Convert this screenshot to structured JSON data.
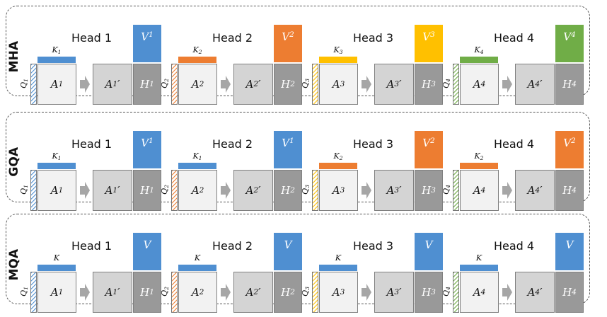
{
  "colors": {
    "blue": "#4f8fd1",
    "orange": "#ed7d31",
    "yellow": "#ffc000",
    "green": "#70ad47",
    "q_hatch": "#4f8fd1"
  },
  "rows": [
    {
      "label": "MHA",
      "heads": [
        {
          "title": "Head 1",
          "k": "K",
          "k_sub": "1",
          "k_color": "blue",
          "q": "Q",
          "q_sub": "1",
          "q_color": "blue",
          "a": "A",
          "a_sub": "1",
          "ap": "A",
          "ap_sub": "1",
          "ap_prime": "′",
          "h": "H",
          "h_sub": "1",
          "v": "V",
          "v_sub": "1",
          "v_color": "blue"
        },
        {
          "title": "Head 2",
          "k": "K",
          "k_sub": "2",
          "k_color": "orange",
          "q": "Q",
          "q_sub": "2",
          "q_color": "orange",
          "a": "A",
          "a_sub": "2",
          "ap": "A",
          "ap_sub": "2",
          "ap_prime": "′",
          "h": "H",
          "h_sub": "2",
          "v": "V",
          "v_sub": "2",
          "v_color": "orange"
        },
        {
          "title": "Head 3",
          "k": "K",
          "k_sub": "3",
          "k_color": "yellow",
          "q": "Q",
          "q_sub": "3",
          "q_color": "yellow",
          "a": "A",
          "a_sub": "3",
          "ap": "A",
          "ap_sub": "3",
          "ap_prime": "′",
          "h": "H",
          "h_sub": "3",
          "v": "V",
          "v_sub": "3",
          "v_color": "yellow"
        },
        {
          "title": "Head 4",
          "k": "K",
          "k_sub": "4",
          "k_color": "green",
          "q": "Q",
          "q_sub": "4",
          "q_color": "green",
          "a": "A",
          "a_sub": "4",
          "ap": "A",
          "ap_sub": "4",
          "ap_prime": "′",
          "h": "H",
          "h_sub": "4",
          "v": "V",
          "v_sub": "4",
          "v_color": "green"
        }
      ]
    },
    {
      "label": "GQA",
      "heads": [
        {
          "title": "Head 1",
          "k": "K",
          "k_sub": "1",
          "k_color": "blue",
          "q": "Q",
          "q_sub": "1",
          "q_color": "blue",
          "a": "A",
          "a_sub": "1",
          "ap": "A",
          "ap_sub": "1",
          "ap_prime": "′",
          "h": "H",
          "h_sub": "1",
          "v": "V",
          "v_sub": "1",
          "v_color": "blue"
        },
        {
          "title": "Head 2",
          "k": "K",
          "k_sub": "1",
          "k_color": "blue",
          "q": "Q",
          "q_sub": "2",
          "q_color": "orange",
          "a": "A",
          "a_sub": "2",
          "ap": "A",
          "ap_sub": "2",
          "ap_prime": "′",
          "h": "H",
          "h_sub": "2",
          "v": "V",
          "v_sub": "1",
          "v_color": "blue"
        },
        {
          "title": "Head 3",
          "k": "K",
          "k_sub": "2",
          "k_color": "orange",
          "q": "Q",
          "q_sub": "3",
          "q_color": "yellow",
          "a": "A",
          "a_sub": "3",
          "ap": "A",
          "ap_sub": "3",
          "ap_prime": "′",
          "h": "H",
          "h_sub": "3",
          "v": "V",
          "v_sub": "2",
          "v_color": "orange"
        },
        {
          "title": "Head 4",
          "k": "K",
          "k_sub": "2",
          "k_color": "orange",
          "q": "Q",
          "q_sub": "4",
          "q_color": "green",
          "a": "A",
          "a_sub": "4",
          "ap": "A",
          "ap_sub": "4",
          "ap_prime": "′",
          "h": "H",
          "h_sub": "4",
          "v": "V",
          "v_sub": "2",
          "v_color": "orange"
        }
      ]
    },
    {
      "label": "MQA",
      "heads": [
        {
          "title": "Head 1",
          "k": "K",
          "k_sub": "",
          "k_color": "blue",
          "q": "Q",
          "q_sub": "1",
          "q_color": "blue",
          "a": "A",
          "a_sub": "1",
          "ap": "A",
          "ap_sub": "1",
          "ap_prime": "′",
          "h": "H",
          "h_sub": "1",
          "v": "V",
          "v_sub": "",
          "v_color": "blue"
        },
        {
          "title": "Head 2",
          "k": "K",
          "k_sub": "",
          "k_color": "blue",
          "q": "Q",
          "q_sub": "2",
          "q_color": "orange",
          "a": "A",
          "a_sub": "2",
          "ap": "A",
          "ap_sub": "2",
          "ap_prime": "′",
          "h": "H",
          "h_sub": "2",
          "v": "V",
          "v_sub": "",
          "v_color": "blue"
        },
        {
          "title": "Head 3",
          "k": "K",
          "k_sub": "",
          "k_color": "blue",
          "q": "Q",
          "q_sub": "3",
          "q_color": "yellow",
          "a": "A",
          "a_sub": "3",
          "ap": "A",
          "ap_sub": "3",
          "ap_prime": "′",
          "h": "H",
          "h_sub": "3",
          "v": "V",
          "v_sub": "",
          "v_color": "blue"
        },
        {
          "title": "Head 4",
          "k": "K",
          "k_sub": "",
          "k_color": "blue",
          "q": "Q",
          "q_sub": "4",
          "q_color": "green",
          "a": "A",
          "a_sub": "4",
          "ap": "A",
          "ap_sub": "4",
          "ap_prime": "′",
          "h": "H",
          "h_sub": "4",
          "v": "V",
          "v_sub": "",
          "v_color": "blue"
        }
      ]
    }
  ]
}
